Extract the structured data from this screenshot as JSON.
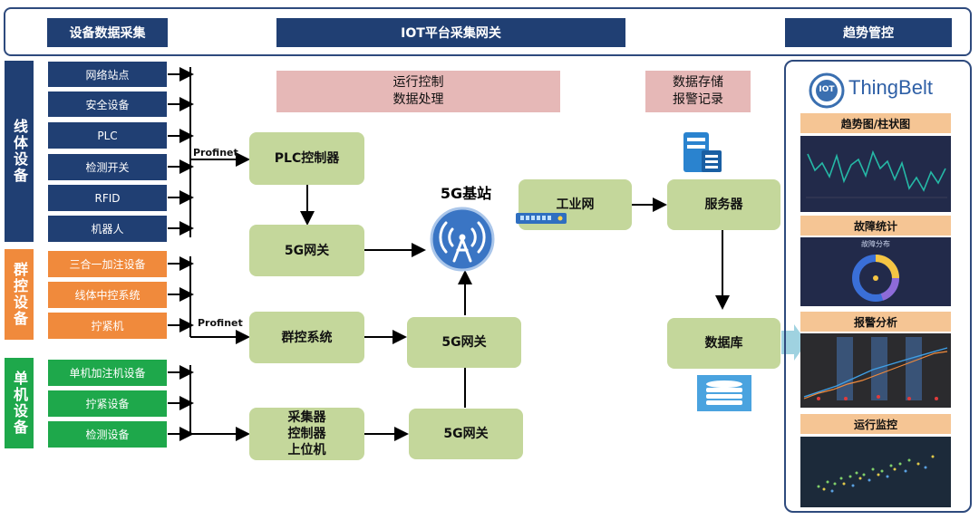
{
  "header": {
    "left": "设备数据采集",
    "center": "IOT平台采集网关",
    "right": "趋势管控"
  },
  "groups": {
    "line": {
      "label": "线体设备",
      "items": [
        "网络站点",
        "安全设备",
        "PLC",
        "检测开关",
        "RFID",
        "机器人"
      ]
    },
    "cluster": {
      "label": "群控设备",
      "items": [
        "三合一加注设备",
        "线体中控系统",
        "拧紧机"
      ]
    },
    "single": {
      "label": "单机设备",
      "items": [
        "单机加注机设备",
        "拧紧设备",
        "检测设备"
      ]
    }
  },
  "profinet": [
    "Profinet",
    "Profinet"
  ],
  "notes": {
    "run": [
      "运行控制",
      "数据处理"
    ],
    "store": [
      "数据存储",
      "报警记录"
    ]
  },
  "nodes": {
    "plc": "PLC控制器",
    "gateway1": "5G网关",
    "gateway2": "5G网关",
    "gateway3": "5G网关",
    "group_control": "群控系统",
    "collector": [
      "采集器",
      "控制器",
      "上位机"
    ],
    "base_station": "5G基站",
    "industrial_net": "工业网",
    "server": "服务器",
    "database": "数据库"
  },
  "platform": {
    "brand": "ThingBelt",
    "logo_text": "IOT",
    "panels": [
      "趋势图/柱状图",
      "故障统计",
      "报警分析",
      "运行监控"
    ],
    "fault_title": "故障分布"
  },
  "colors": {
    "navy": "#203f73",
    "orange": "#f08a3c",
    "green": "#1ea84b",
    "box_green": "#c4d79b",
    "pink": "#e6b8b7",
    "panel_label": "#f5c594"
  }
}
